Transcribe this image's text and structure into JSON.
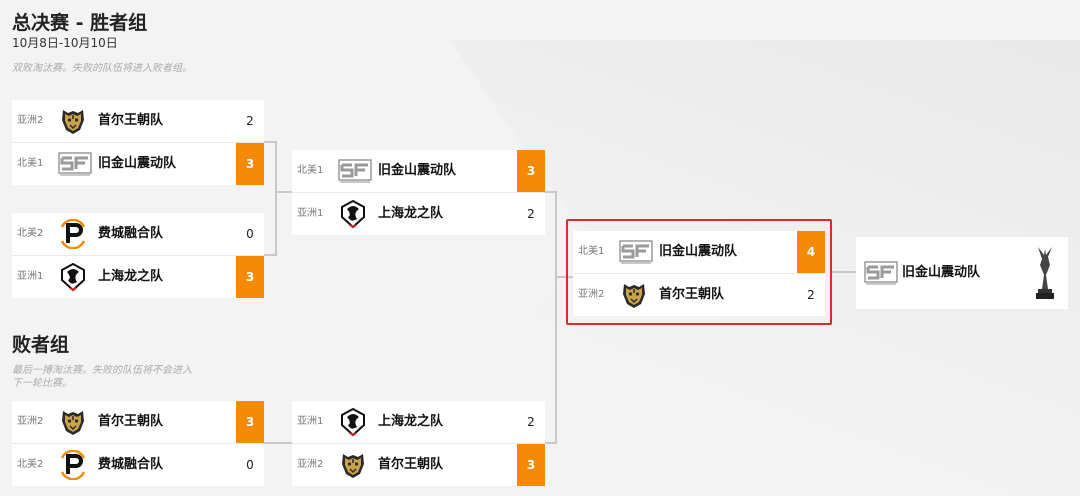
{
  "header": {
    "title": "总决赛 - 胜者组",
    "date": "10月8日-10月10日",
    "note": "双败淘汰赛。失败的队伍将进入败者组。"
  },
  "losers": {
    "title": "败者组",
    "note": "最后一搏淘汰赛。失败的队伍将不会进入下一轮比赛。"
  },
  "matches": {
    "w1": [
      {
        "region": "亚洲2",
        "team": "首尔王朝队",
        "score": "2",
        "logo": "tiger-icon"
      },
      {
        "region": "北美1",
        "team": "旧金山震动队",
        "score": "3",
        "logo": "sf-icon",
        "win": true
      }
    ],
    "w2": [
      {
        "region": "北美2",
        "team": "费城融合队",
        "score": "0",
        "logo": "fusion-icon"
      },
      {
        "region": "亚洲1",
        "team": "上海龙之队",
        "score": "3",
        "logo": "dragon-icon",
        "win": true
      }
    ],
    "w3": [
      {
        "region": "北美1",
        "team": "旧金山震动队",
        "score": "3",
        "logo": "sf-icon",
        "win": true
      },
      {
        "region": "亚洲1",
        "team": "上海龙之队",
        "score": "2",
        "logo": "dragon-icon"
      }
    ],
    "final": [
      {
        "region": "北美1",
        "team": "旧金山震动队",
        "score": "4",
        "logo": "sf-icon",
        "win": true
      },
      {
        "region": "亚洲2",
        "team": "首尔王朝队",
        "score": "2",
        "logo": "tiger-icon"
      }
    ],
    "l1": [
      {
        "region": "亚洲2",
        "team": "首尔王朝队",
        "score": "3",
        "logo": "tiger-icon",
        "win": true
      },
      {
        "region": "北美2",
        "team": "费城融合队",
        "score": "0",
        "logo": "fusion-icon"
      }
    ],
    "l2": [
      {
        "region": "亚洲1",
        "team": "上海龙之队",
        "score": "2",
        "logo": "dragon-icon"
      },
      {
        "region": "亚洲2",
        "team": "首尔王朝队",
        "score": "3",
        "logo": "tiger-icon",
        "win": true
      }
    ]
  },
  "champion": {
    "team": "旧金山震动队",
    "logo": "sf-icon",
    "trophy": "trophy-icon"
  },
  "colors": {
    "win": "#f58a07",
    "highlight": "#e02b2b"
  }
}
